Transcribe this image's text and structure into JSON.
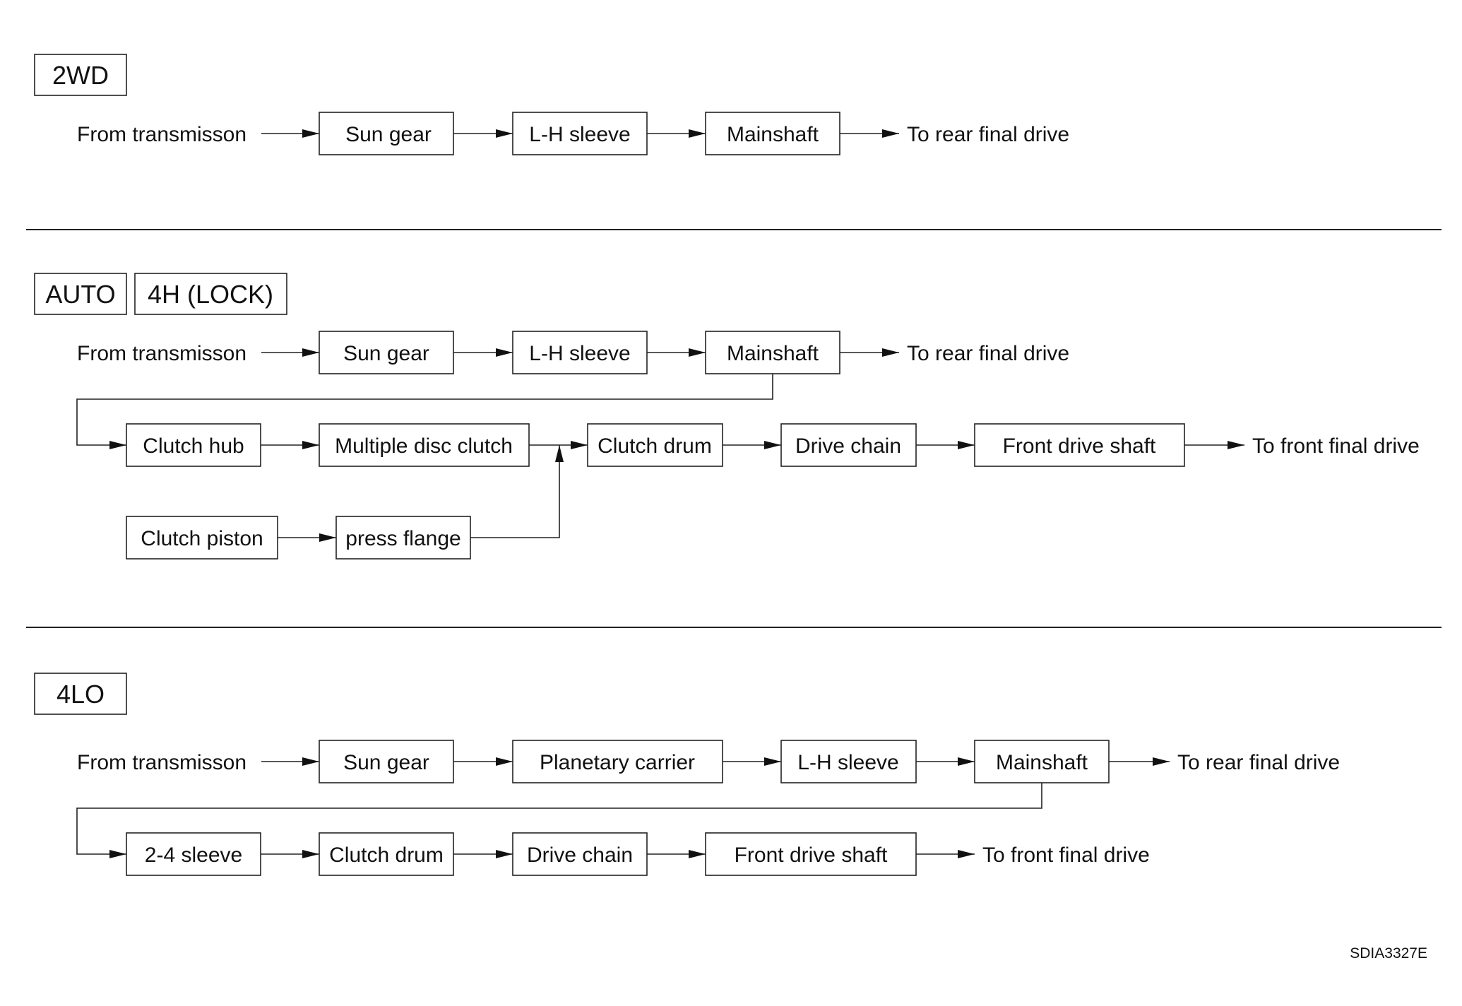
{
  "sections": {
    "twowd": {
      "modes": [
        "2WD"
      ],
      "row1": [
        "From transmisson",
        "Sun gear",
        "L-H sleeve",
        "Mainshaft",
        "To rear final drive"
      ]
    },
    "auto": {
      "modes": [
        "AUTO",
        "4H (LOCK)"
      ],
      "row1": [
        "From transmisson",
        "Sun gear",
        "L-H sleeve",
        "Mainshaft",
        "To rear final drive"
      ],
      "row2": [
        "Clutch hub",
        "Multiple disc clutch",
        "Clutch drum",
        "Drive chain",
        "Front drive shaft",
        "To front final drive"
      ],
      "row3": [
        "Clutch piston",
        "press flange"
      ]
    },
    "fourlo": {
      "modes": [
        "4LO"
      ],
      "row1": [
        "From transmisson",
        "Sun gear",
        "Planetary carrier",
        "L-H sleeve",
        "Mainshaft",
        "To rear final drive"
      ],
      "row2": [
        "2-4 sleeve",
        "Clutch drum",
        "Drive chain",
        "Front drive shaft",
        "To front final drive"
      ]
    }
  },
  "figure_code": "SDIA3327E"
}
